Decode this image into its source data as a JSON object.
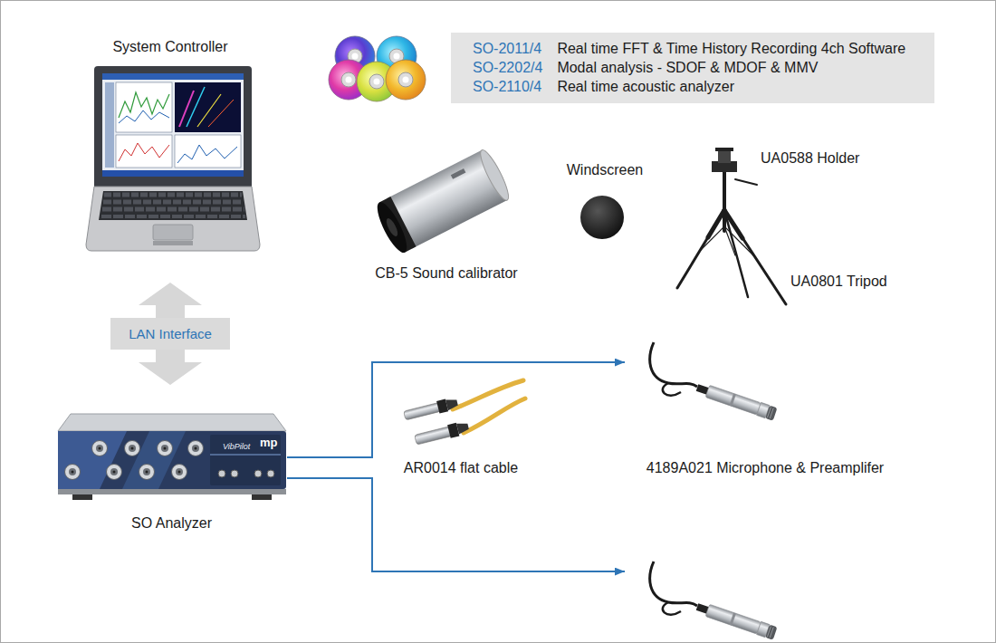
{
  "diagram": {
    "nodes": [
      {
        "text": [
          "System Controller"
        ]
      },
      {
        "text": [
          "SO-2011/4",
          "Real time FFT & Time History Recording 4ch Software",
          "SO-2202/4",
          "Modal analysis - SDOF & MDOF & MMV",
          "SO-2110/4",
          "Real time acoustic analyzer"
        ]
      },
      {
        "text": [
          "SO Analyzer"
        ]
      },
      {
        "text": [
          "4189A021 Microphone & Preamplifer"
        ]
      },
      {
        "text": []
      }
    ],
    "edges": [
      {
        "from": 0,
        "to": 2,
        "arrow": "both",
        "label": "LAN Interface"
      },
      {
        "from": 2,
        "to": 3,
        "arrow": "to"
      },
      {
        "from": 2,
        "to": 4,
        "arrow": "to"
      }
    ],
    "labels": [
      "CB-5 Sound calibrator",
      "Windscreen",
      "UA0588 Holder",
      "UA0801 Tripod",
      "AR0014 flat cable",
      "VibPilot",
      "mp"
    ]
  }
}
